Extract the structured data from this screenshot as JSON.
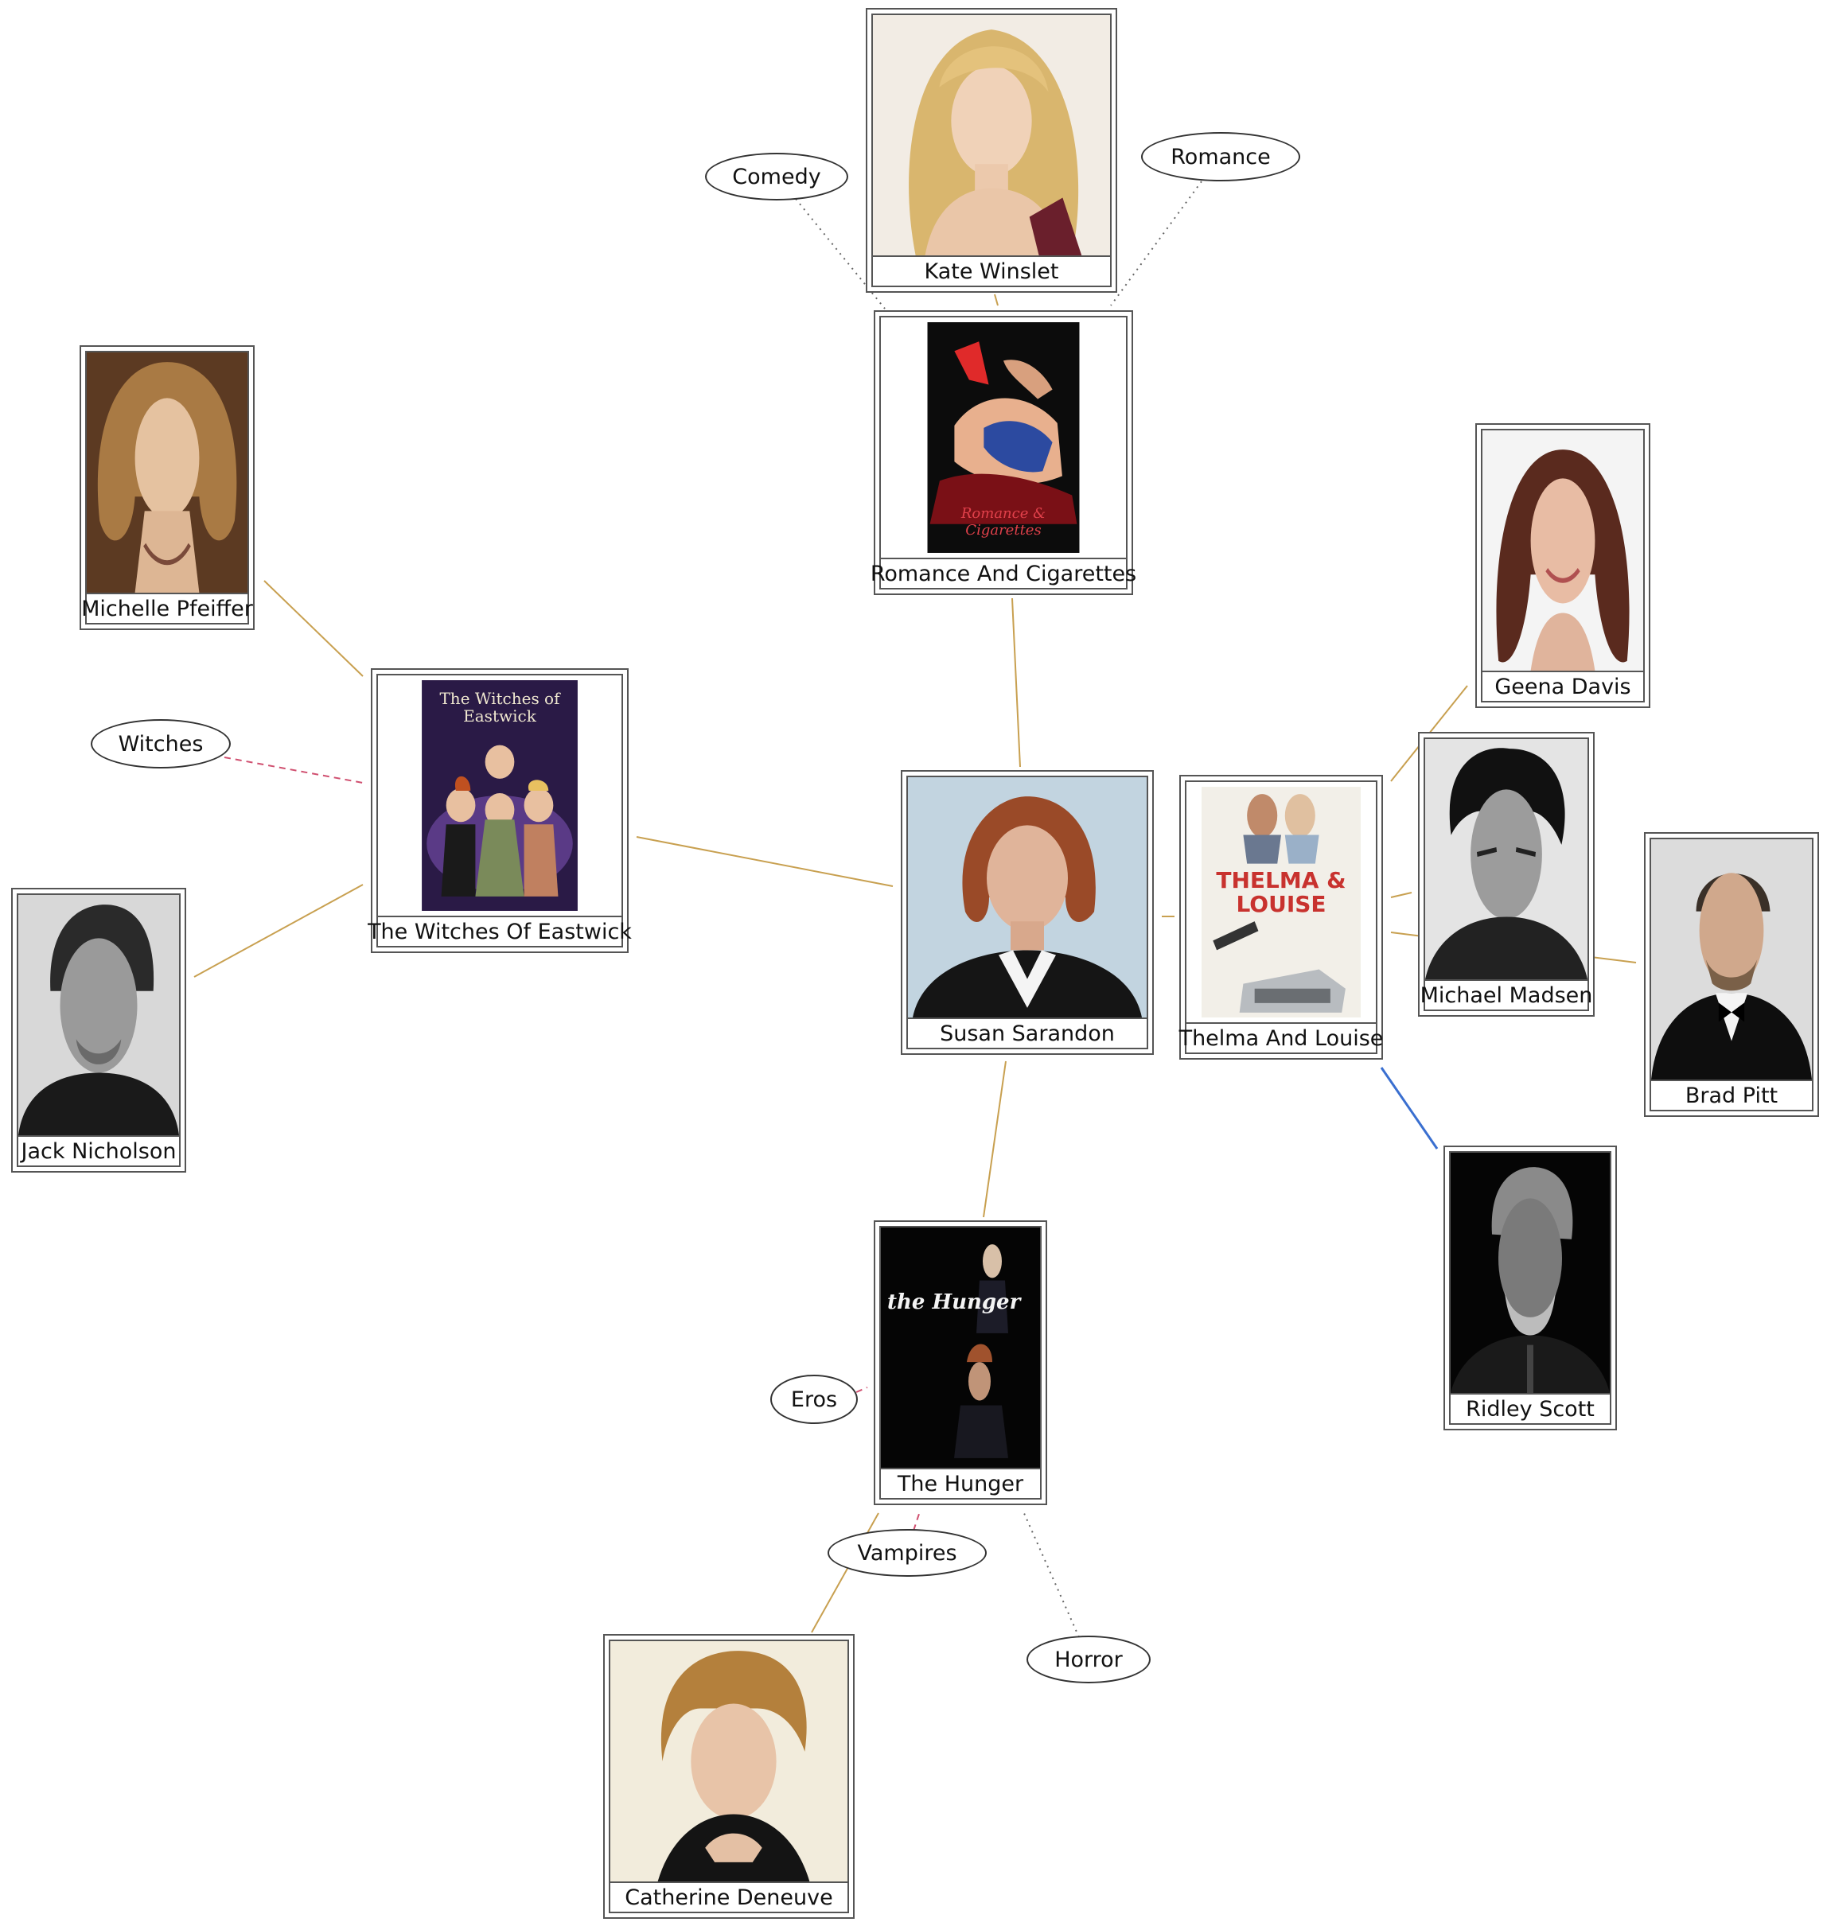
{
  "nodes": {
    "kate_winslet": {
      "label": "Kate Winslet",
      "type": "person",
      "portrait": "kate-winslet-portrait"
    },
    "romance_and_cigarettes": {
      "label": "Romance And Cigarettes",
      "type": "movie",
      "poster_text": "Romance & Cigarettes"
    },
    "michelle_pfeiffer": {
      "label": "Michelle Pfeiffer",
      "type": "person",
      "portrait": "michelle-pfeiffer-portrait"
    },
    "witches_of_eastwick": {
      "label": "The Witches Of Eastwick",
      "type": "movie",
      "poster_text": "The Witches of Eastwick"
    },
    "jack_nicholson": {
      "label": "Jack Nicholson",
      "type": "person",
      "portrait": "jack-nicholson-portrait"
    },
    "susan_sarandon": {
      "label": "Susan Sarandon",
      "type": "person",
      "portrait": "susan-sarandon-portrait"
    },
    "thelma_and_louise": {
      "label": "Thelma And Louise",
      "type": "movie",
      "poster_text": "THELMA & LOUISE"
    },
    "geena_davis": {
      "label": "Geena Davis",
      "type": "person",
      "portrait": "geena-davis-portrait"
    },
    "michael_madsen": {
      "label": "Michael Madsen",
      "type": "person",
      "portrait": "michael-madsen-portrait"
    },
    "brad_pitt": {
      "label": "Brad Pitt",
      "type": "person",
      "portrait": "brad-pitt-portrait"
    },
    "ridley_scott": {
      "label": "Ridley Scott",
      "type": "person",
      "portrait": "ridley-scott-portrait"
    },
    "the_hunger": {
      "label": "The Hunger",
      "type": "movie",
      "poster_text": "the Hunger"
    },
    "catherine_deneuve": {
      "label": "Catherine Deneuve",
      "type": "person",
      "portrait": "catherine-deneuve-portrait"
    }
  },
  "tags": {
    "comedy": {
      "label": "Comedy"
    },
    "romance": {
      "label": "Romance"
    },
    "witches": {
      "label": "Witches"
    },
    "eros": {
      "label": "Eros"
    },
    "vampires": {
      "label": "Vampires"
    },
    "horror": {
      "label": "Horror"
    }
  },
  "edge_colors": {
    "acted_in": "#c8a050",
    "directed": "#3a6fd0",
    "genre": "#666666",
    "keyword": "#d05070"
  },
  "edges": [
    {
      "from": "kate_winslet",
      "to": "romance_and_cigarettes",
      "kind": "acted_in"
    },
    {
      "from": "romance_and_cigarettes",
      "to": "susan_sarandon",
      "kind": "acted_in"
    },
    {
      "from": "michelle_pfeiffer",
      "to": "witches_of_eastwick",
      "kind": "acted_in"
    },
    {
      "from": "jack_nicholson",
      "to": "witches_of_eastwick",
      "kind": "acted_in"
    },
    {
      "from": "witches_of_eastwick",
      "to": "susan_sarandon",
      "kind": "acted_in"
    },
    {
      "from": "susan_sarandon",
      "to": "thelma_and_louise",
      "kind": "acted_in"
    },
    {
      "from": "geena_davis",
      "to": "thelma_and_louise",
      "kind": "acted_in"
    },
    {
      "from": "michael_madsen",
      "to": "thelma_and_louise",
      "kind": "acted_in"
    },
    {
      "from": "brad_pitt",
      "to": "thelma_and_louise",
      "kind": "acted_in"
    },
    {
      "from": "ridley_scott",
      "to": "thelma_and_louise",
      "kind": "directed"
    },
    {
      "from": "susan_sarandon",
      "to": "the_hunger",
      "kind": "acted_in"
    },
    {
      "from": "catherine_deneuve",
      "to": "the_hunger",
      "kind": "acted_in"
    },
    {
      "from": "comedy",
      "to": "romance_and_cigarettes",
      "kind": "genre"
    },
    {
      "from": "romance",
      "to": "romance_and_cigarettes",
      "kind": "genre"
    },
    {
      "from": "witches",
      "to": "witches_of_eastwick",
      "kind": "keyword"
    },
    {
      "from": "eros",
      "to": "the_hunger",
      "kind": "keyword"
    },
    {
      "from": "vampires",
      "to": "the_hunger",
      "kind": "keyword"
    },
    {
      "from": "horror",
      "to": "the_hunger",
      "kind": "genre"
    }
  ]
}
